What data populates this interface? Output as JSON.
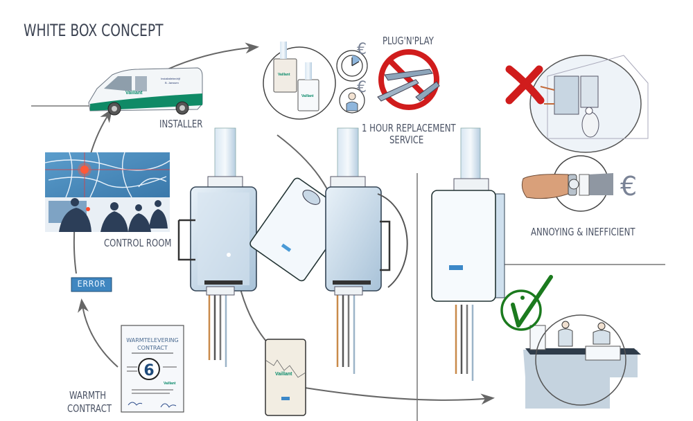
{
  "title": "WHITE BOX CONCEPT",
  "labels": {
    "installer": "INSTALLER",
    "control_room": "CONTROL ROOM",
    "plug_n_play": "PLUG'N'PLAY",
    "replacement_line1": "1 HOUR REPLACEMENT",
    "replacement_line2": "SERVICE",
    "annoying": "ANNOYING & INEFFICIENT",
    "warmth_line1": "WARMTH",
    "warmth_line2": "CONTRACT"
  },
  "error_display": "ERROR",
  "contract": {
    "title_line1": "WARMTELEVERING",
    "title_line2": "CONTRACT",
    "number": "6",
    "brand": "Vaillant"
  },
  "van": {
    "brand": "Vaillant",
    "company_line1": "Installatiebedrijf",
    "company_line2": "B. Janssen"
  },
  "boiler_brand": "Vaillant",
  "icons": {
    "euro": "€",
    "cross": "wrong-cross-icon",
    "check": "approved-check-icon",
    "no_tools": "no-tools-icon"
  },
  "colors": {
    "label_text": "#4a5264",
    "cross_red": "#d01c1c",
    "check_green": "#1b7a1e",
    "brand_green": "#0a8a6a",
    "map_blue": "#4a8cc0",
    "boiler_blue": "#cfe0ee"
  }
}
